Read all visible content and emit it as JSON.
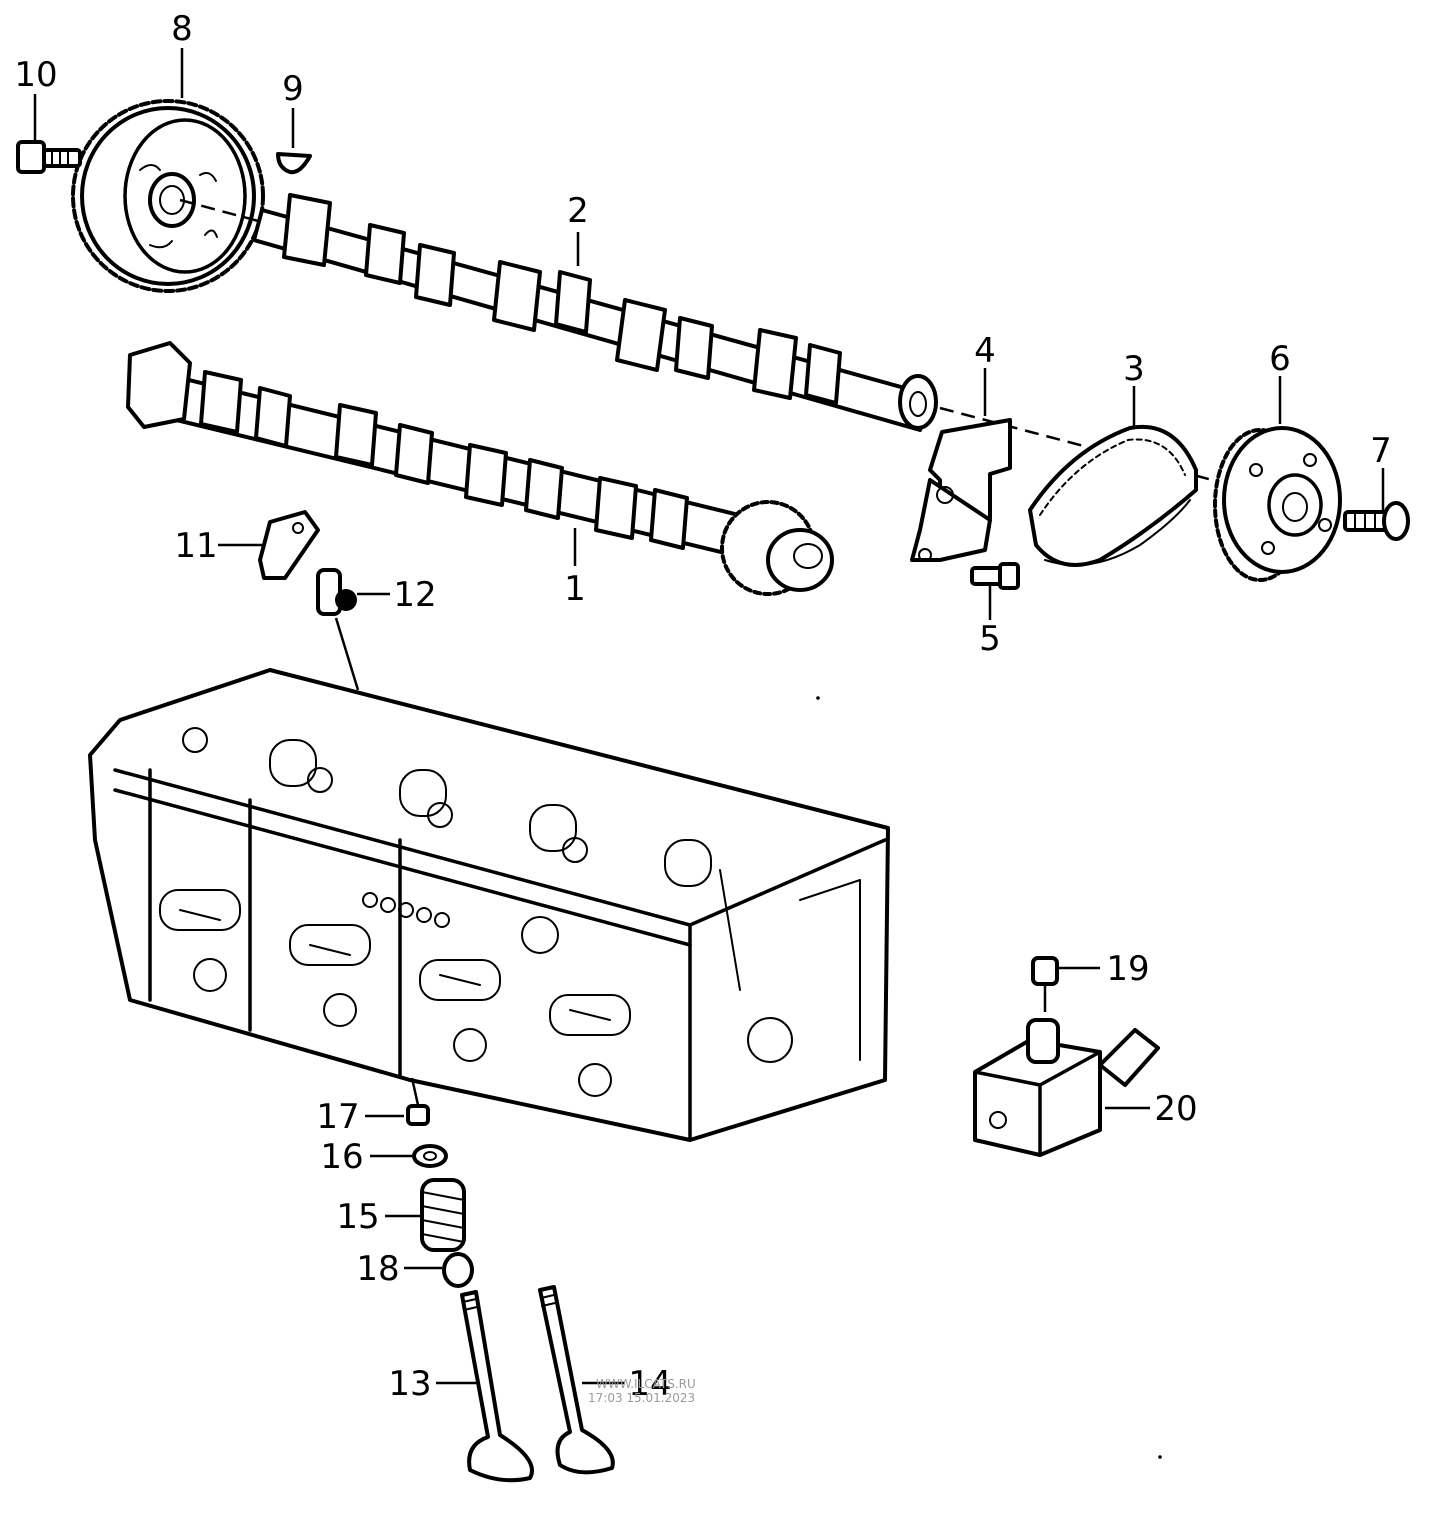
{
  "diagram": {
    "callouts": {
      "c1": "1",
      "c2": "2",
      "c3": "3",
      "c4": "4",
      "c5": "5",
      "c6": "6",
      "c7": "7",
      "c8": "8",
      "c9": "9",
      "c10": "10",
      "c11": "11",
      "c12": "12",
      "c13": "13",
      "c14": "14",
      "c15": "15",
      "c16": "16",
      "c17": "17",
      "c18": "18",
      "c19": "19",
      "c20": "20"
    },
    "watermark": {
      "line1": "WWW.ILCATS.RU",
      "line2": "17:03 15.01.2023"
    }
  }
}
